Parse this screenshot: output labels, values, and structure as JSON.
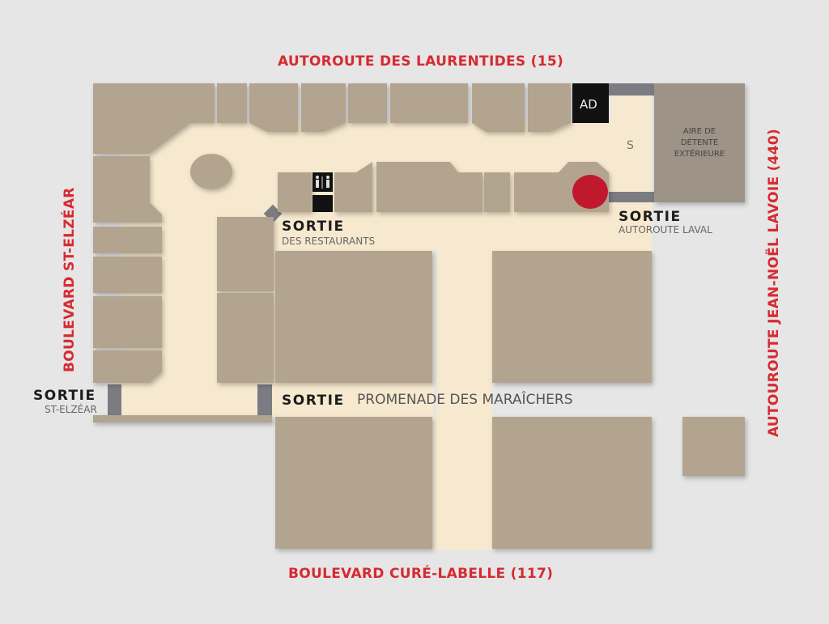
{
  "roads": {
    "north": "AUTOROUTE DES LAURENTIDES  (15)",
    "south": "BOULEVARD CURÉ-LABELLE  (117)",
    "west": "BOULEVARD ST-ELZÉAR",
    "east": "AUTOUROUTE JEAN-NOËL LAVOIE  (440)"
  },
  "exits": [
    {
      "label": "SORTIE",
      "sub": "DES RESTAURANTS"
    },
    {
      "label": "SORTIE",
      "sub": "AUTOROUTE LAVAL"
    },
    {
      "label": "SORTIE",
      "sub": "ST-ELZÉAR"
    },
    {
      "label": "SORTIE",
      "sub": "PROMENADE DES MARAÎCHERS"
    }
  ],
  "labels": {
    "ad": "AD",
    "s": "S",
    "aire": [
      "AIRE DE",
      "DÉTENTE",
      "EXTÉRIEURE"
    ]
  },
  "colors": {
    "road": "#d62a31",
    "store": "#b3a48f",
    "corridor": "#f7e9cf",
    "exit": "#7b7b82",
    "marker": "#c0192d"
  },
  "marker": {
    "icon": "you-are-here-marker"
  }
}
